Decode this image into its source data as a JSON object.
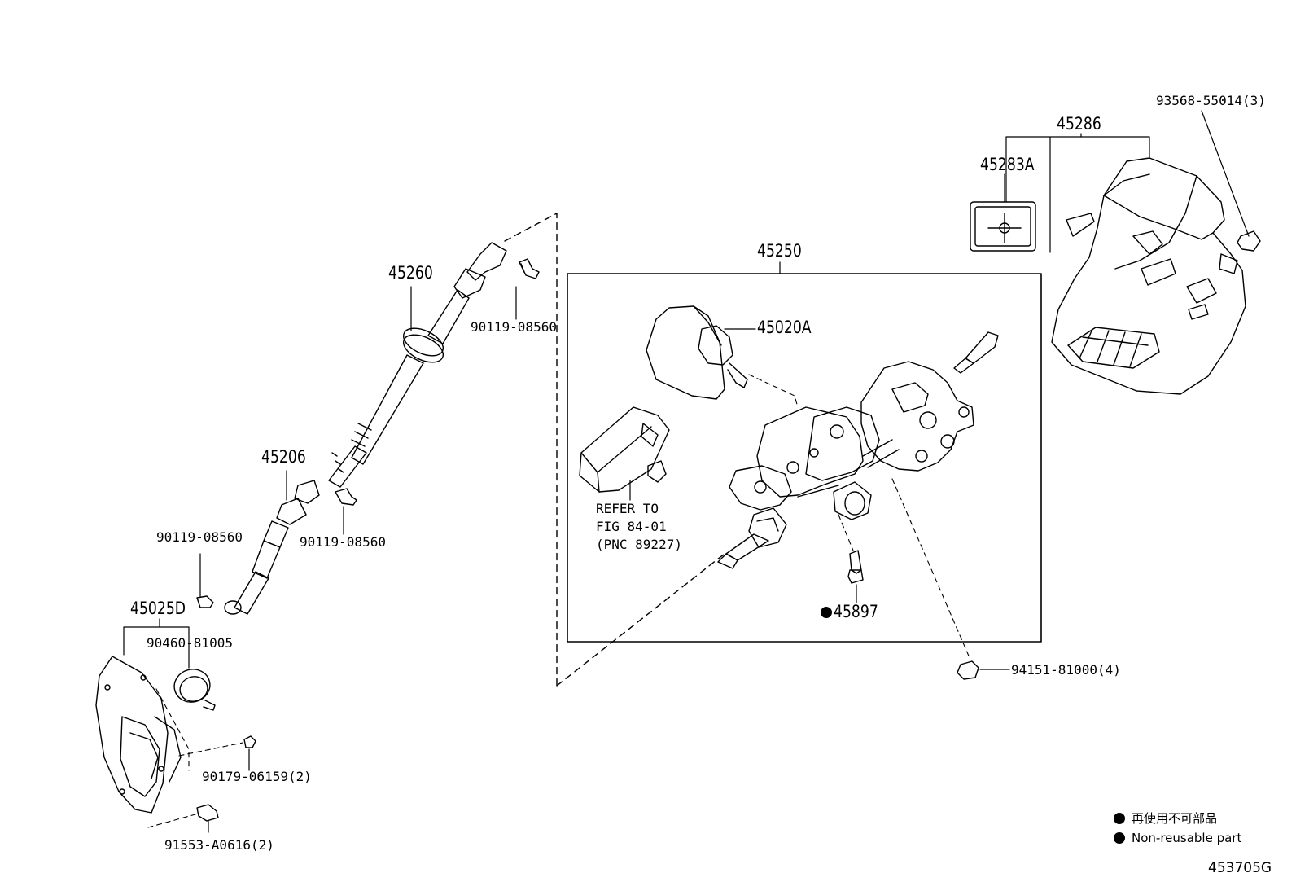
{
  "diagram": {
    "part_labels": {
      "p45260": "45260",
      "p90119_a": "90119-08560",
      "p45206": "45206",
      "p90119_b": "90119-08560",
      "p90119_c": "90119-08560",
      "p45025d": "45025D",
      "p90460": "90460-81005",
      "p90179": "90179-06159(2)",
      "p91553": "91553-A0616(2)",
      "p45250": "45250",
      "p45020a": "45020A",
      "p45897": "45897",
      "p94151": "94151-81000(4)",
      "p45286": "45286",
      "p45283a": "45283A",
      "p93568": "93568-55014(3)"
    },
    "refer_note": {
      "line1": "REFER TO",
      "line2": "FIG 84-01",
      "line3": "(PNC 89227)"
    },
    "legend": {
      "japanese": "再使用不可部品",
      "english": "Non-reusable part"
    },
    "figure_id": "453705G"
  }
}
